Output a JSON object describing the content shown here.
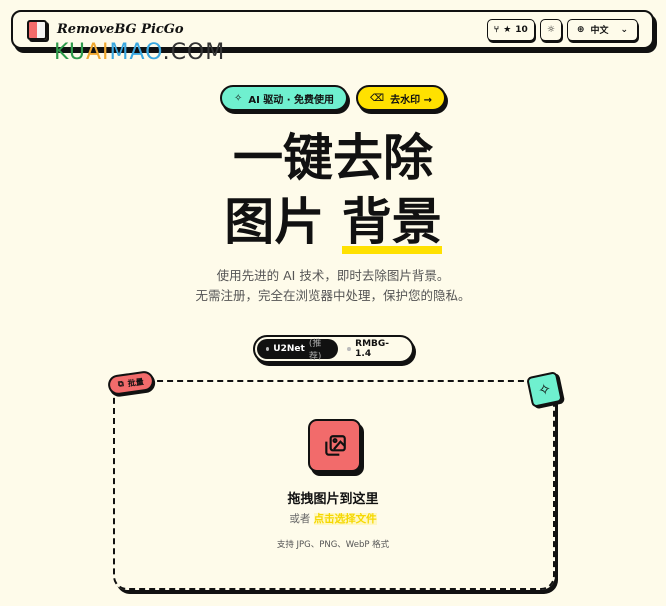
{
  "header": {
    "brand": "RemoveBG PicGo",
    "stars": "10",
    "language": "中文"
  },
  "watermark": {
    "text": "KUAIMAO.COM",
    "colors": [
      "#2e9a4a",
      "#f0a830",
      "#3aa8e0",
      "#333333"
    ]
  },
  "pills": {
    "ai": "AI 驱动 · 免费使用",
    "watermark_link": "去水印 →"
  },
  "hero": {
    "line1": "一键去除",
    "line2a": "图片",
    "line2b": "背景",
    "sub1": "使用先进的 AI 技术，即时去除图片背景。",
    "sub2": "无需注册，完全在浏览器中处理，保护您的隐私。"
  },
  "models": {
    "selected": "U2Net",
    "selected_note": "(推荐)",
    "other": "RMBG-1.4"
  },
  "dropzone": {
    "batch": "批量",
    "title": "拖拽图片到这里",
    "or": "或者",
    "choose": "点击选择文件",
    "formats": "支持 JPG、PNG、WebP 格式"
  },
  "colors": {
    "bg": "#fefbea",
    "accent_red": "#f26b6b",
    "accent_mint": "#6ff0cf",
    "accent_yellow": "#ffe100"
  }
}
